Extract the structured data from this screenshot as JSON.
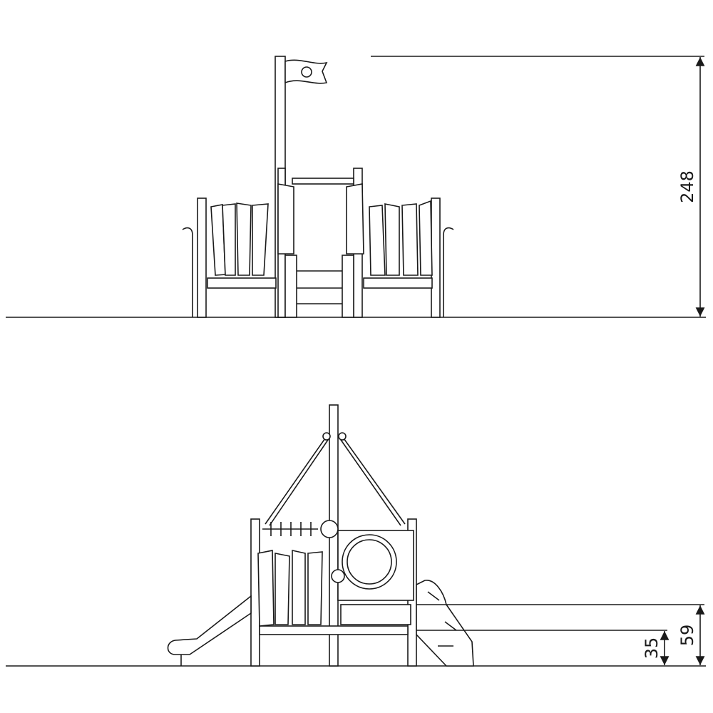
{
  "dimensions": {
    "overall_height": "248",
    "platform_height_upper": "59",
    "platform_height_lower": "35"
  },
  "colors": {
    "line": "#1a1a1a",
    "background": "#ffffff"
  }
}
